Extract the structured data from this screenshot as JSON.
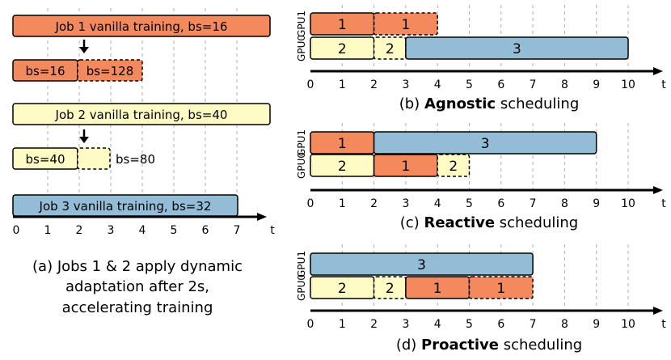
{
  "colors": {
    "orange": "#f4895e",
    "yellow": "#fefcc4",
    "blue": "#93bcd7"
  },
  "panel_a": {
    "job1_bar": "Job 1 vanilla training, bs=16",
    "job1_small": "bs=16",
    "job1_big": "bs=128",
    "job2_bar": "Job 2 vanilla training, bs=40",
    "job2_small": "bs=40",
    "job2_big": "bs=80",
    "job3_bar": "Job 3 vanilla training, bs=32",
    "ticks": [
      "0",
      "1",
      "2",
      "3",
      "4",
      "5",
      "6",
      "7"
    ],
    "axis_label": "t",
    "caption_lines": [
      "(a) Jobs 1 & 2 apply dynamic",
      "adaptation after 2s,",
      "accelerating training"
    ]
  },
  "schedules": [
    {
      "caption_prefix": "(b) ",
      "caption_bold": "Agnostic",
      "caption_suffix": " scheduling",
      "gpu_top": "GPU1",
      "gpu_bottom": "GPU0",
      "ticks": [
        "0",
        "1",
        "2",
        "3",
        "4",
        "5",
        "6",
        "7",
        "8",
        "9",
        "10"
      ],
      "axis_label": "t",
      "blocks": [
        {
          "gpu": 1,
          "start": 0,
          "end": 2,
          "job": 1,
          "label": "1",
          "dashed": false
        },
        {
          "gpu": 1,
          "start": 2,
          "end": 4,
          "job": 1,
          "label": "1",
          "dashed": true
        },
        {
          "gpu": 0,
          "start": 0,
          "end": 2,
          "job": 2,
          "label": "2",
          "dashed": false
        },
        {
          "gpu": 0,
          "start": 2,
          "end": 3,
          "job": 2,
          "label": "2",
          "dashed": true
        },
        {
          "gpu": 0,
          "start": 3,
          "end": 10,
          "job": 3,
          "label": "3",
          "dashed": false
        }
      ]
    },
    {
      "caption_prefix": "(c) ",
      "caption_bold": "Reactive",
      "caption_suffix": " scheduling",
      "gpu_top": "GPU1",
      "gpu_bottom": "GPU0",
      "ticks": [
        "0",
        "1",
        "2",
        "3",
        "4",
        "5",
        "6",
        "7",
        "8",
        "9",
        "10"
      ],
      "axis_label": "t",
      "blocks": [
        {
          "gpu": 1,
          "start": 0,
          "end": 2,
          "job": 1,
          "label": "1",
          "dashed": false
        },
        {
          "gpu": 1,
          "start": 2,
          "end": 9,
          "job": 3,
          "label": "3",
          "dashed": false
        },
        {
          "gpu": 0,
          "start": 0,
          "end": 2,
          "job": 2,
          "label": "2",
          "dashed": false
        },
        {
          "gpu": 0,
          "start": 2,
          "end": 4,
          "job": 1,
          "label": "1",
          "dashed": false
        },
        {
          "gpu": 0,
          "start": 4,
          "end": 5,
          "job": 2,
          "label": "2",
          "dashed": true
        }
      ]
    },
    {
      "caption_prefix": "(d) ",
      "caption_bold": "Proactive",
      "caption_suffix": " scheduling",
      "gpu_top": "GPU1",
      "gpu_bottom": "GPU0",
      "ticks": [
        "0",
        "1",
        "2",
        "3",
        "4",
        "5",
        "6",
        "7",
        "8",
        "9",
        "10"
      ],
      "axis_label": "t",
      "blocks": [
        {
          "gpu": 1,
          "start": 0,
          "end": 7,
          "job": 3,
          "label": "3",
          "dashed": false
        },
        {
          "gpu": 0,
          "start": 0,
          "end": 2,
          "job": 2,
          "label": "2",
          "dashed": false
        },
        {
          "gpu": 0,
          "start": 2,
          "end": 3,
          "job": 2,
          "label": "2",
          "dashed": true
        },
        {
          "gpu": 0,
          "start": 3,
          "end": 5,
          "job": 1,
          "label": "1",
          "dashed": false
        },
        {
          "gpu": 0,
          "start": 5,
          "end": 7,
          "job": 1,
          "label": "1",
          "dashed": true
        }
      ]
    }
  ]
}
